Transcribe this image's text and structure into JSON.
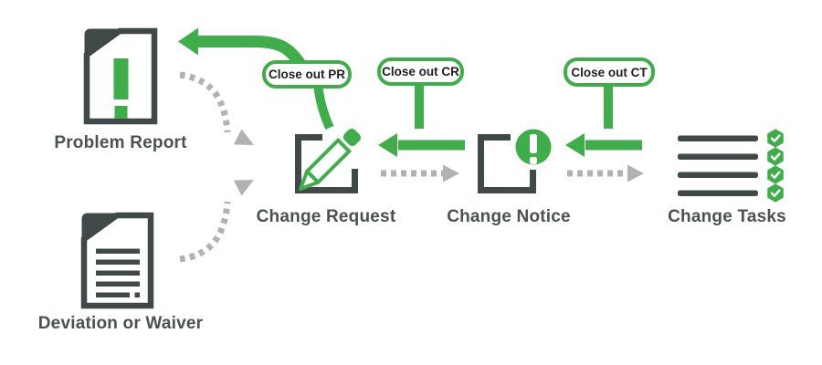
{
  "diagram": {
    "nodes": [
      {
        "id": "problem-report",
        "label": "Problem Report",
        "icon": "document-exclamation-icon"
      },
      {
        "id": "deviation-or-waiver",
        "label": "Deviation or Waiver",
        "icon": "document-text-icon"
      },
      {
        "id": "change-request",
        "label": "Change Request",
        "icon": "square-pencil-icon"
      },
      {
        "id": "change-notice",
        "label": "Change Notice",
        "icon": "square-alert-icon"
      },
      {
        "id": "change-tasks",
        "label": "Change Tasks",
        "icon": "task-list-checks-icon"
      }
    ],
    "callouts": [
      {
        "id": "close-out-pr",
        "label": "Close out PR"
      },
      {
        "id": "close-out-cr",
        "label": "Close out CR"
      },
      {
        "id": "close-out-ct",
        "label": "Close out CT"
      }
    ],
    "colors": {
      "green": "#3FAE4A",
      "dark": "#414948",
      "gray": "#B2B2B2",
      "label_text": "#4B514F",
      "pill_text": "#1E1E1C",
      "background": "#FFFFFF"
    }
  }
}
